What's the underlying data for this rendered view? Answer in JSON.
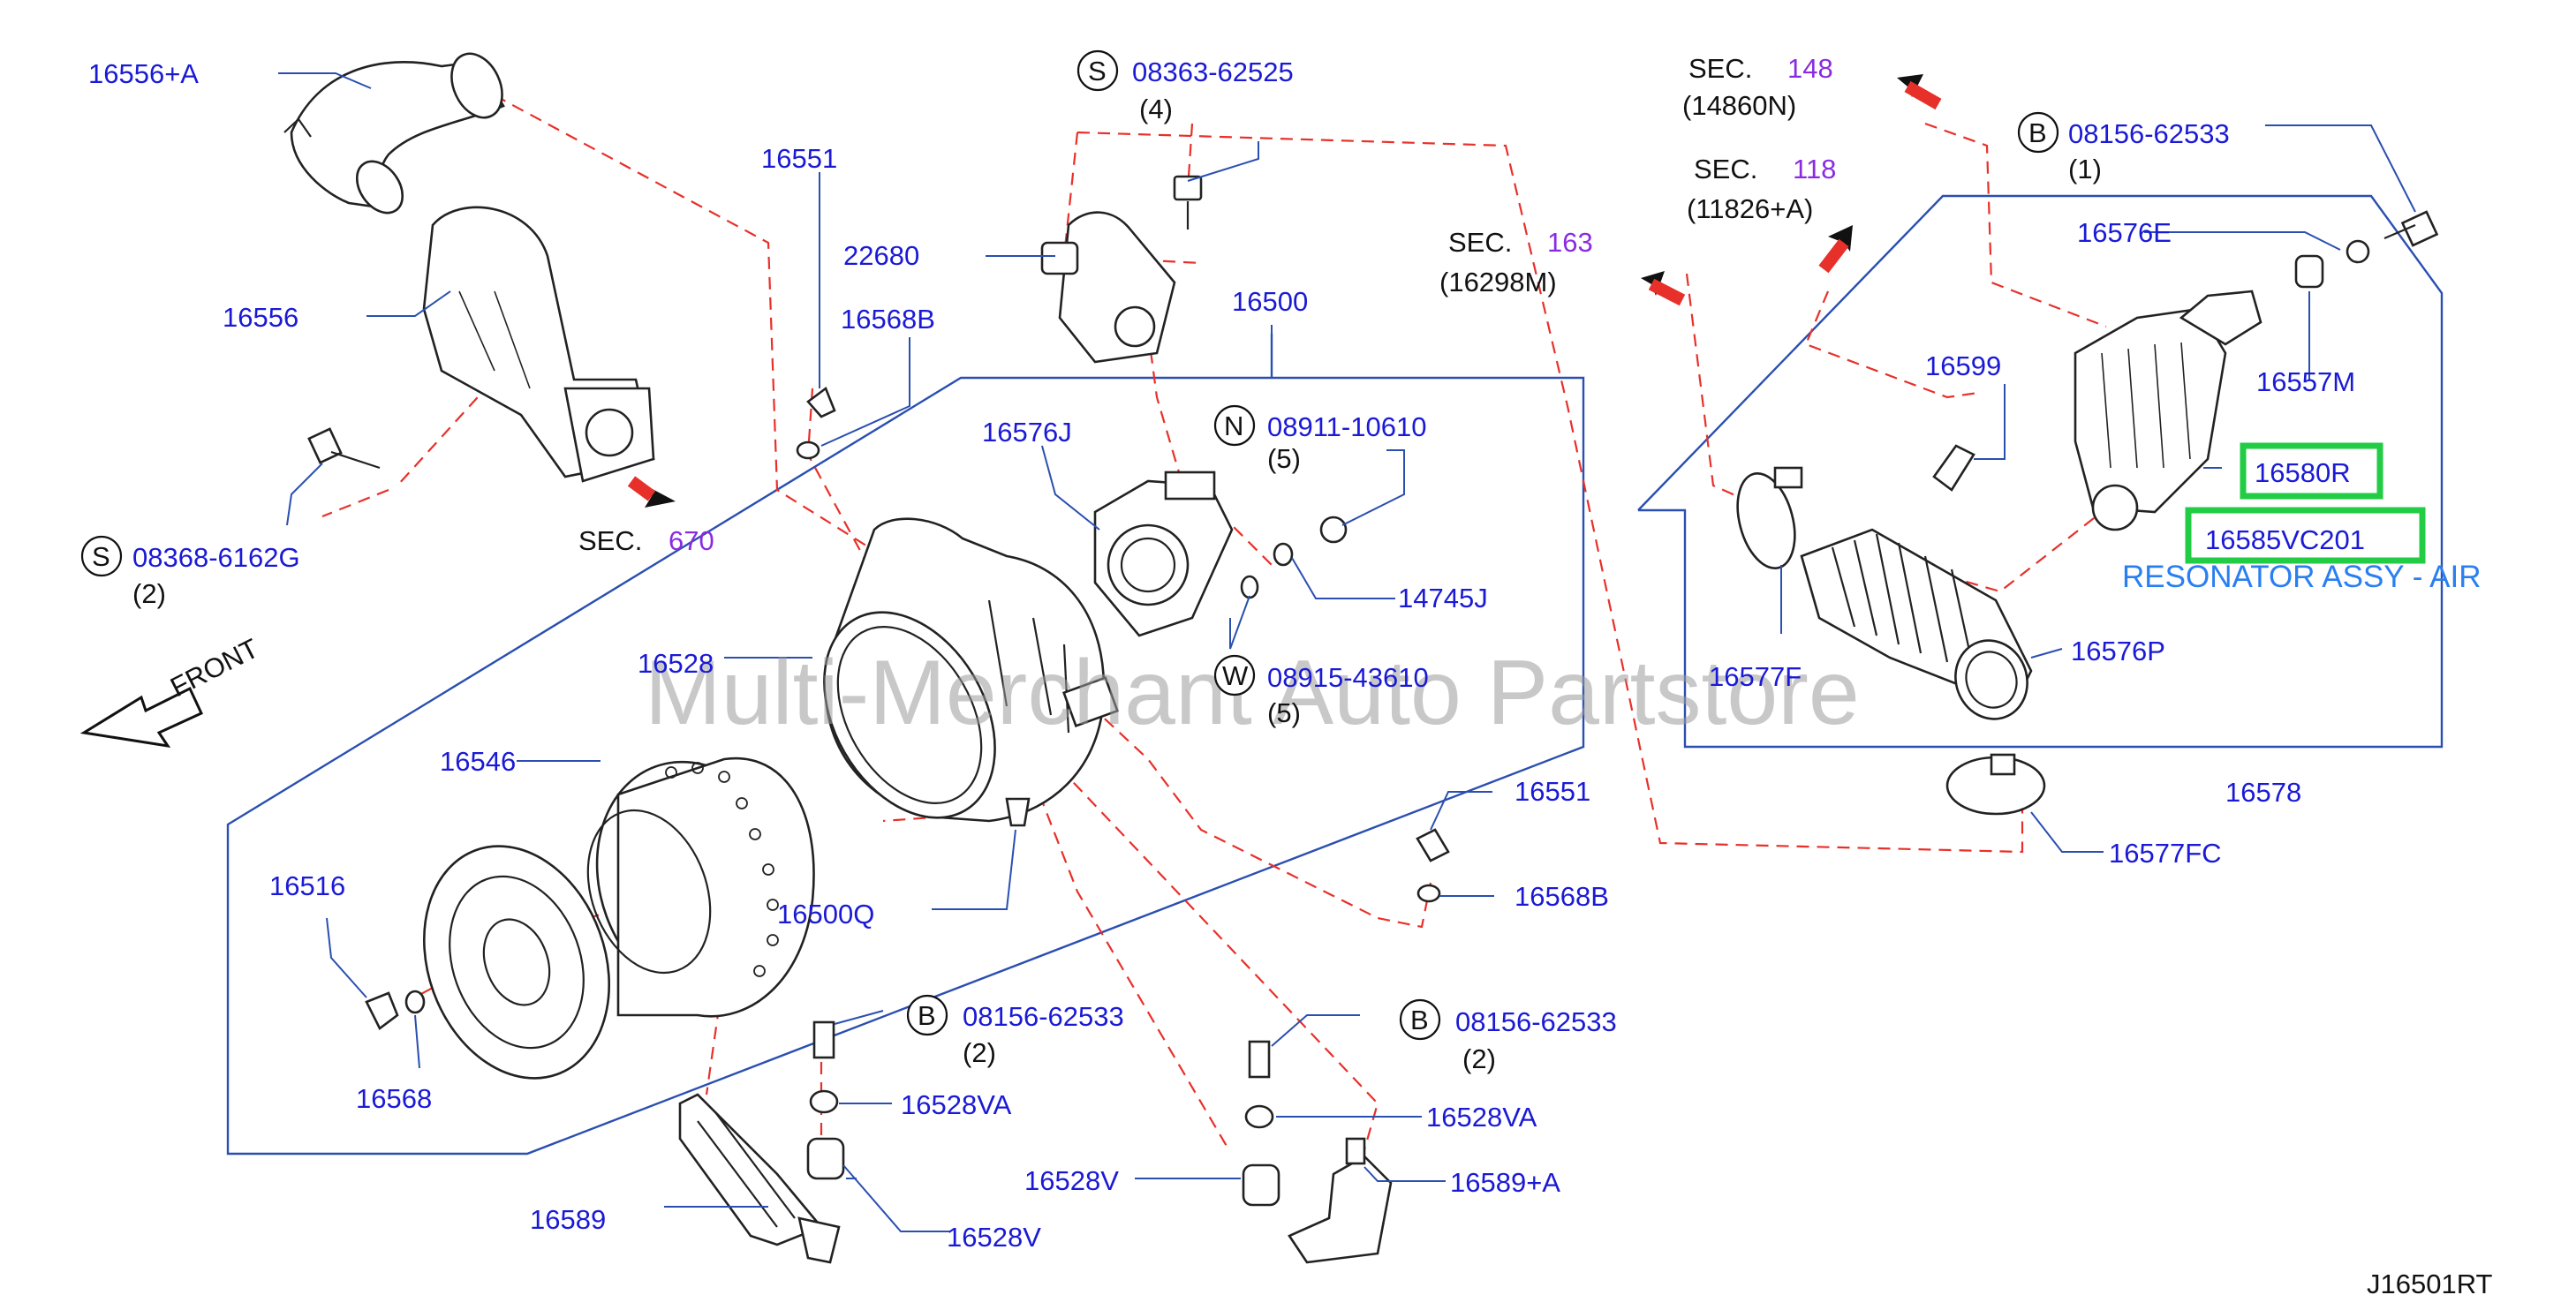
{
  "watermark": "Multi-Merchant Auto Partstore",
  "diagram_code": "J16501RT",
  "front_label": "FRONT",
  "highlight": {
    "part_a": "16580R",
    "part_b": "16585VC201",
    "description": "RESONATOR ASSY - AIR",
    "color": "#22cc44"
  },
  "labels": {
    "p16556A": "16556+A",
    "p16556": "16556",
    "p16551a": "16551",
    "p16568Ba": "16568B",
    "p22680": "22680",
    "p16500": "16500",
    "p16576J": "16576J",
    "p14745J": "14745J",
    "p16528": "16528",
    "p16546": "16546",
    "p16516": "16516",
    "p16568": "16568",
    "p16500Q": "16500Q",
    "p16551b": "16551",
    "p16568Bb": "16568B",
    "p16528VAa": "16528VA",
    "p16528Va": "16528V",
    "p16528Vb": "16528V",
    "p16589": "16589",
    "p16528VAb": "16528VA",
    "p16589A": "16589+A",
    "p16599": "16599",
    "p16576E": "16576E",
    "p16557M": "16557M",
    "p16576P": "16576P",
    "p16577F": "16577F",
    "p16577FC": "16577FC",
    "p16578": "16578"
  },
  "sections": {
    "s670": {
      "prefix": "SEC.",
      "num": "670"
    },
    "s163": {
      "prefix": "SEC.",
      "num": "163",
      "sub": "(16298M)"
    },
    "s148": {
      "prefix": "SEC.",
      "num": "148",
      "sub": "(14860N)"
    },
    "s118": {
      "prefix": "SEC.",
      "num": "118",
      "sub": "(11826+A)"
    }
  },
  "fasteners": {
    "f1": {
      "letter": "S",
      "part": "08368-6162G",
      "qty": "(2)"
    },
    "f2": {
      "letter": "S",
      "part": "08363-62525",
      "qty": "(4)"
    },
    "f3": {
      "letter": "N",
      "part": "08911-10610",
      "qty": "(5)"
    },
    "f4": {
      "letter": "W",
      "part": "08915-43610",
      "qty": "(5)"
    },
    "f5": {
      "letter": "B",
      "part": "08156-62533",
      "qty": "(2)"
    },
    "f6": {
      "letter": "B",
      "part": "08156-62533",
      "qty": "(2)"
    },
    "f7": {
      "letter": "B",
      "part": "08156-62533",
      "qty": "(1)"
    }
  }
}
